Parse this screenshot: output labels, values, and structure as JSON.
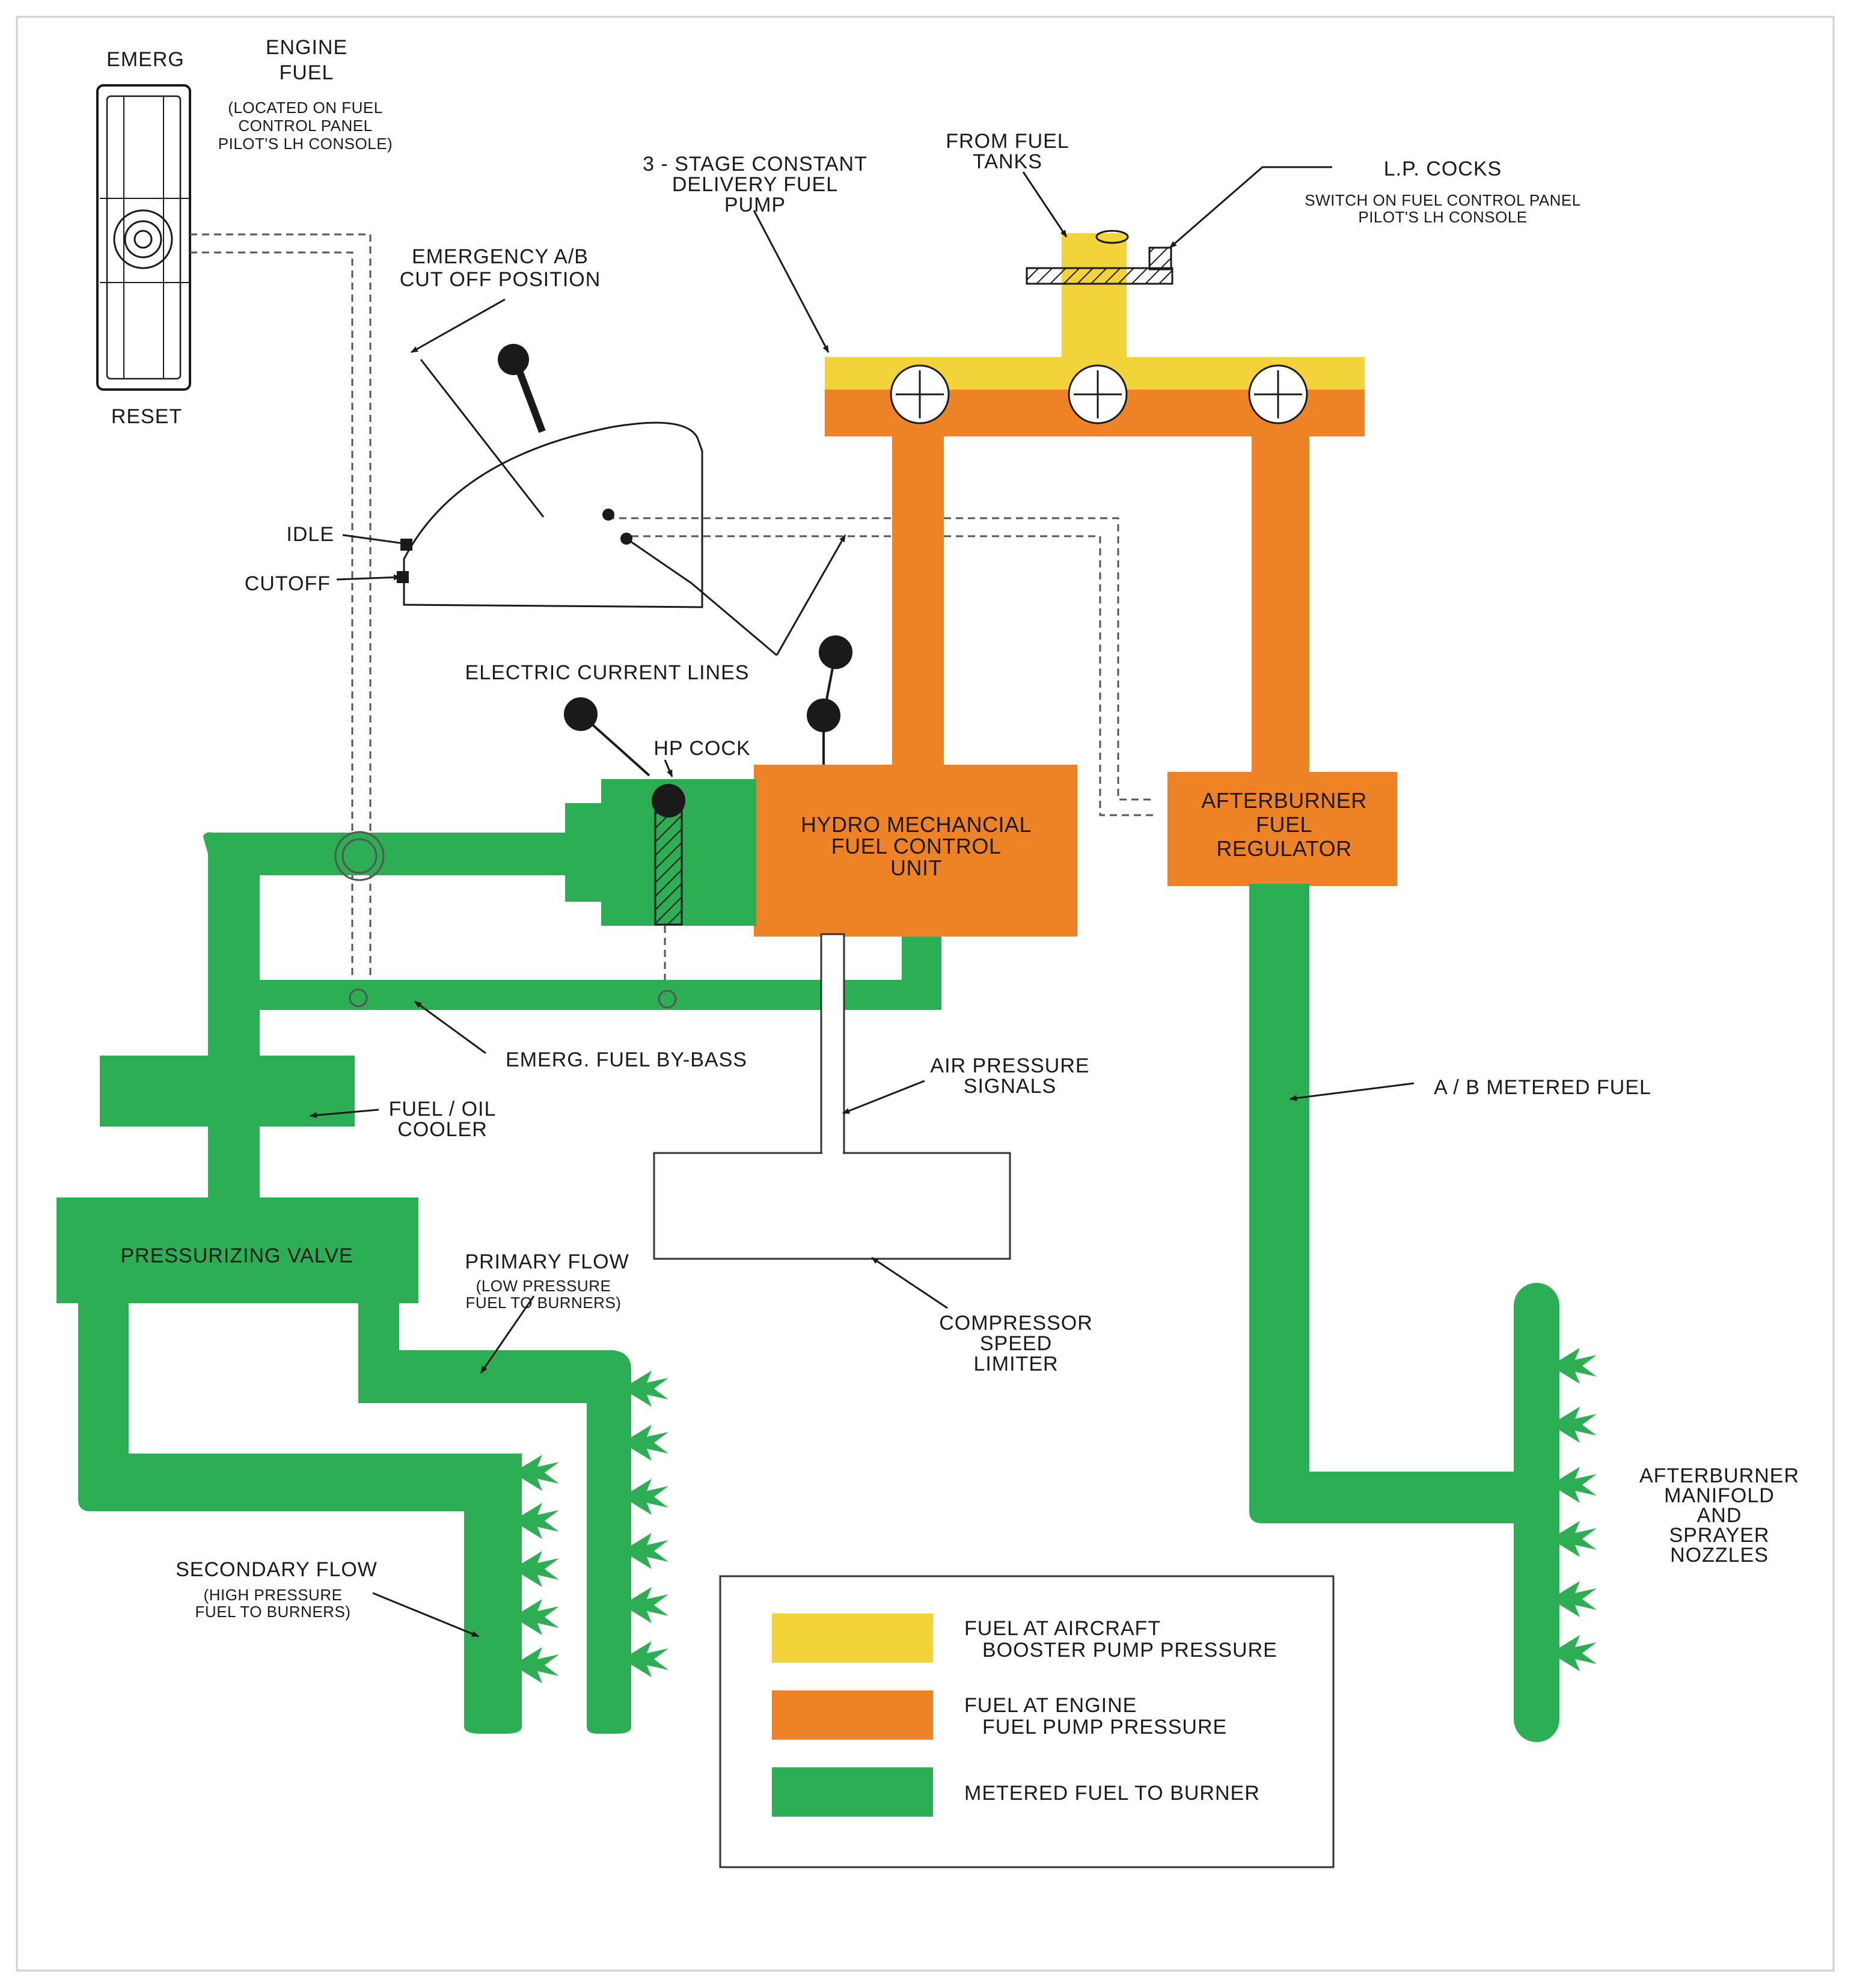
{
  "colors": {
    "booster": "#f2d43a",
    "engine_pump": "#ee8227",
    "metered": "#2dae55",
    "ink": "#1a1a1a"
  },
  "labels": {
    "emerg": "EMERG",
    "engine_fuel": [
      "ENGINE",
      "FUEL"
    ],
    "engine_fuel_loc": [
      "(LOCATED ON FUEL",
      "CONTROL PANEL",
      "PILOT'S LH CONSOLE)"
    ],
    "reset": "RESET",
    "pump": [
      "3 - STAGE CONSTANT",
      "DELIVERY FUEL",
      "PUMP"
    ],
    "from_tanks": [
      "FROM FUEL",
      "TANKS"
    ],
    "lp_cocks": "L.P. COCKS",
    "lp_cocks_note": [
      "SWITCH ON FUEL CONTROL PANEL",
      "PILOT'S LH CONSOLE"
    ],
    "emergency_ab": [
      "EMERGENCY A/B",
      "CUT OFF POSITION"
    ],
    "idle": "IDLE",
    "cutoff": "CUTOFF",
    "electric_lines": "ELECTRIC CURRENT LINES",
    "hp_cock": "HP COCK",
    "hmfcu": [
      "HYDRO MECHANCIAL",
      "FUEL CONTROL",
      "UNIT"
    ],
    "ab_regulator": [
      "AFTERBURNER",
      "FUEL",
      "REGULATOR"
    ],
    "bypass": "EMERG. FUEL BY-BASS",
    "air_pressure": [
      "AIR PRESSURE",
      "SIGNALS"
    ],
    "ab_metered": "A / B METERED FUEL",
    "fuel_oil_cooler": [
      "FUEL / OIL",
      "COOLER"
    ],
    "pressurizing_valve": "PRESSURIZING VALVE",
    "primary_flow": "PRIMARY FLOW",
    "primary_flow_note": [
      "(LOW PRESSURE",
      "FUEL TO BURNERS)"
    ],
    "compressor_limiter": [
      "COMPRESSOR",
      "SPEED",
      "LIMITER"
    ],
    "ab_manifold": [
      "AFTERBURNER",
      "MANIFOLD",
      "AND",
      "SPRAYER",
      "NOZZLES"
    ],
    "secondary_flow": "SECONDARY FLOW",
    "secondary_flow_note": [
      "(HIGH PRESSURE",
      "FUEL TO BURNERS)"
    ]
  },
  "legend": [
    {
      "key": "booster",
      "text": [
        "FUEL AT AIRCRAFT",
        "BOOSTER PUMP PRESSURE"
      ]
    },
    {
      "key": "engine_pump",
      "text": [
        "FUEL AT ENGINE",
        "FUEL  PUMP PRESSURE"
      ]
    },
    {
      "key": "metered",
      "text": [
        "METERED FUEL TO BURNER"
      ]
    }
  ]
}
